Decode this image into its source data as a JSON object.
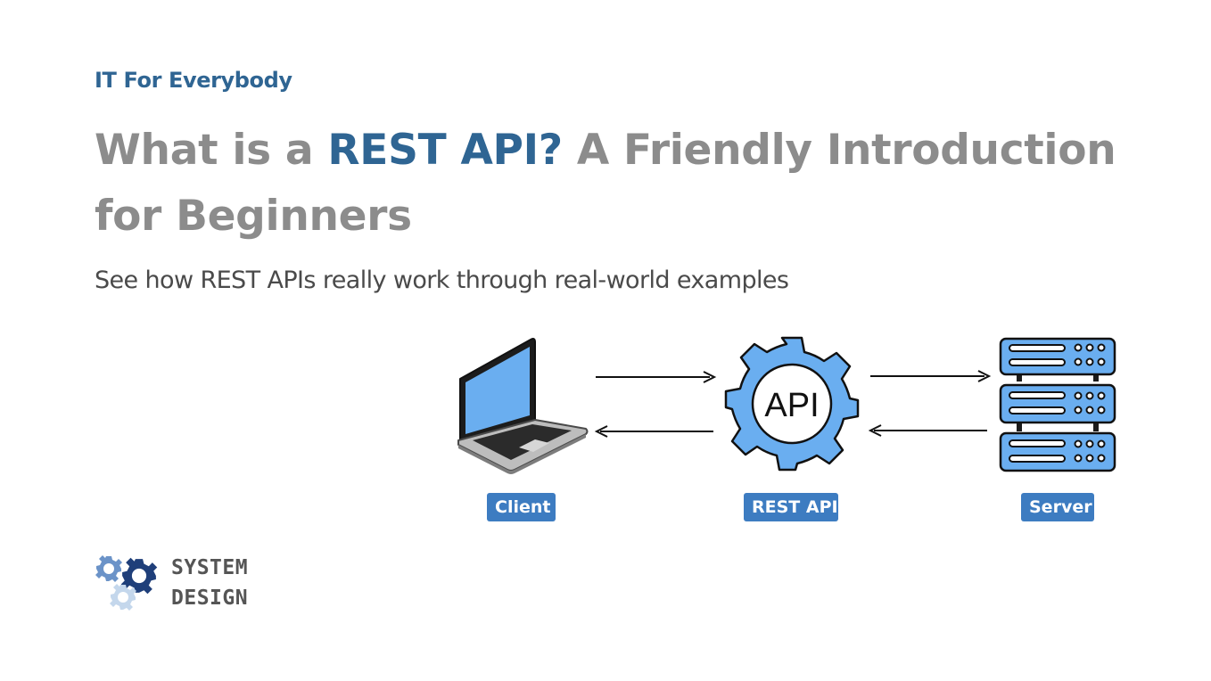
{
  "header": {
    "eyebrow": "IT For Everybody",
    "title_before": "What is a ",
    "title_accent": "REST API?",
    "title_after": " A Friendly Introduction for Beginners",
    "subtitle": "See how REST APIs really work through real-world examples"
  },
  "diagram": {
    "nodes": [
      {
        "id": "client",
        "label": "Client",
        "icon": "laptop-icon"
      },
      {
        "id": "api",
        "label": "REST API",
        "icon": "gear-icon",
        "icon_text": "API"
      },
      {
        "id": "server",
        "label": "Server",
        "icon": "server-rack-icon"
      }
    ],
    "flows": [
      {
        "from": "client",
        "to": "api",
        "direction": "right"
      },
      {
        "from": "api",
        "to": "client",
        "direction": "left"
      },
      {
        "from": "api",
        "to": "server",
        "direction": "right"
      },
      {
        "from": "server",
        "to": "api",
        "direction": "left"
      }
    ]
  },
  "logo": {
    "line1": "SYSTEM",
    "line2": "DESIGN",
    "icon": "gears-icon"
  },
  "colors": {
    "accent": "#2f6593",
    "title_gray": "#8c8c8c",
    "node_blue": "#3d7cc1",
    "icon_blue": "#6aaef0",
    "stroke": "#111111"
  }
}
